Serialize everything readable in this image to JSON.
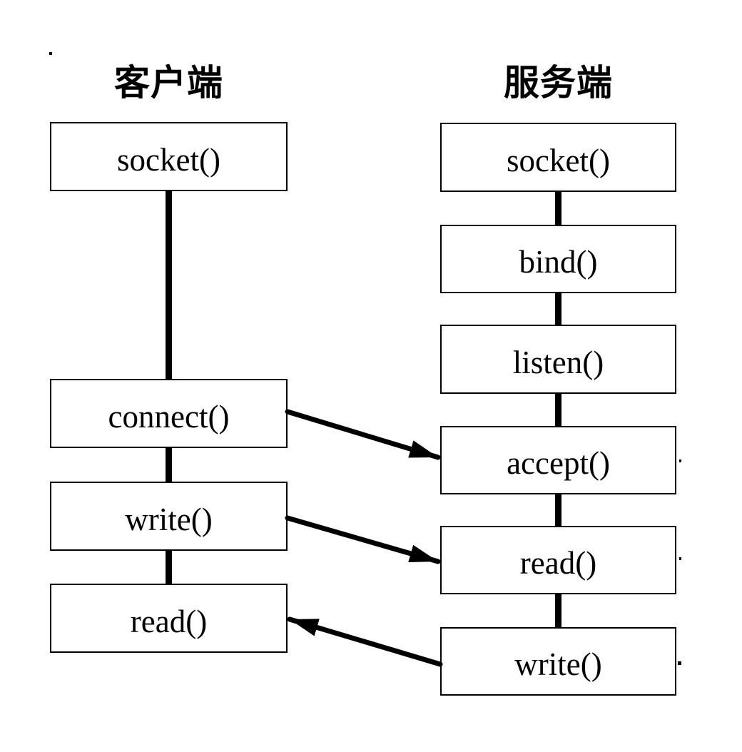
{
  "diagram": {
    "title_implicit": "TCP socket client-server call flow",
    "colors": {
      "background": "#ffffff",
      "line": "#000000",
      "box_border": "#000000",
      "text": "#000000"
    },
    "client": {
      "title": "客户端",
      "boxes": [
        {
          "label": "socket()"
        },
        {
          "label": "connect()"
        },
        {
          "label": "write()"
        },
        {
          "label": "read()"
        }
      ]
    },
    "server": {
      "title": "服务端",
      "boxes": [
        {
          "label": "socket()"
        },
        {
          "label": "bind()"
        },
        {
          "label": "listen()"
        },
        {
          "label": "accept()"
        },
        {
          "label": "read()"
        },
        {
          "label": "write()"
        }
      ]
    },
    "arrows": [
      {
        "from": "client connect()",
        "to": "server accept()",
        "direction": "left-to-right"
      },
      {
        "from": "client write()",
        "to": "server read()",
        "direction": "left-to-right"
      },
      {
        "from": "server write()",
        "to": "client read()",
        "direction": "right-to-left"
      }
    ]
  }
}
